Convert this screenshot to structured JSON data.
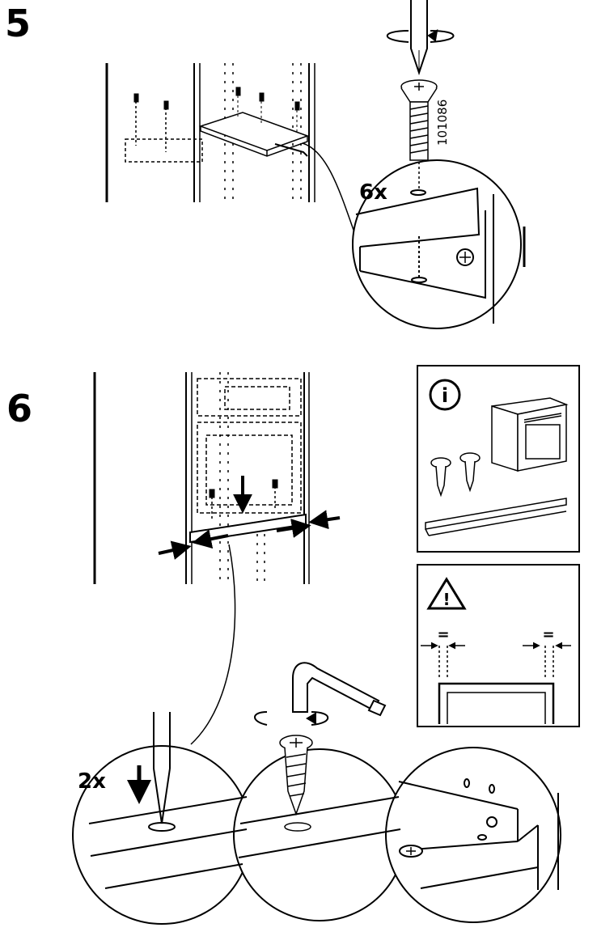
{
  "steps": [
    {
      "number": "5",
      "quantity": "6x",
      "part_number": "101086",
      "tool": "screwdriver-icon",
      "fastener": "countersunk-screw-icon"
    },
    {
      "number": "6",
      "quantity": "2x",
      "tool": "allen-key-icon",
      "fastener": "pan-head-screw-icon"
    }
  ],
  "info_panel": {
    "icon": "info-icon"
  },
  "warning_panel": {
    "icon": "warning-icon",
    "equal_left": "=",
    "equal_right": "="
  },
  "colors": {
    "ink": "#000000",
    "paper": "#ffffff"
  }
}
